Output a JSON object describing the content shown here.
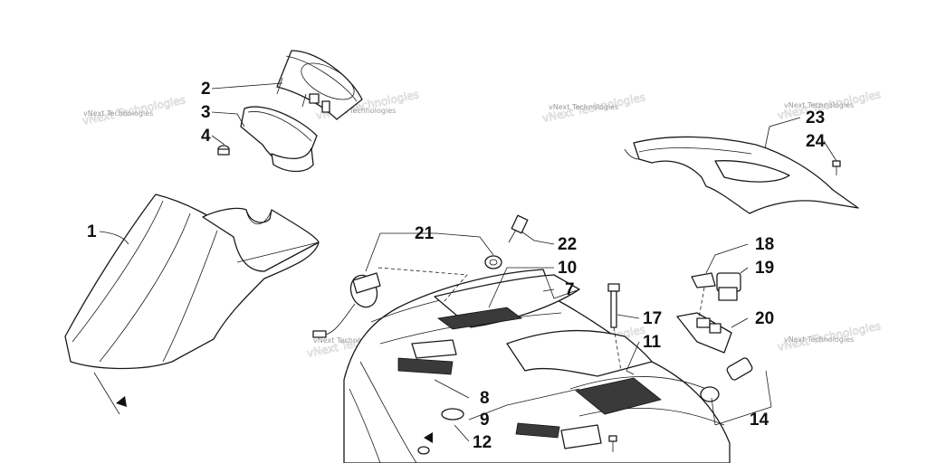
{
  "callouts": {
    "c1": "1",
    "c2": "2",
    "c3": "3",
    "c4": "4",
    "c7": "7",
    "c8": "8",
    "c9": "9",
    "c10": "10",
    "c11": "11",
    "c12": "12",
    "c14": "14",
    "c17": "17",
    "c18": "18",
    "c19": "19",
    "c20": "20",
    "c21": "21",
    "c22": "22",
    "c23": "23",
    "c24": "24"
  },
  "watermark": {
    "text": "vNext Technologies"
  },
  "colors": {
    "line": "#1a1a1a",
    "watermark": "#9a9a9a",
    "decal": "#3a3a3a"
  }
}
